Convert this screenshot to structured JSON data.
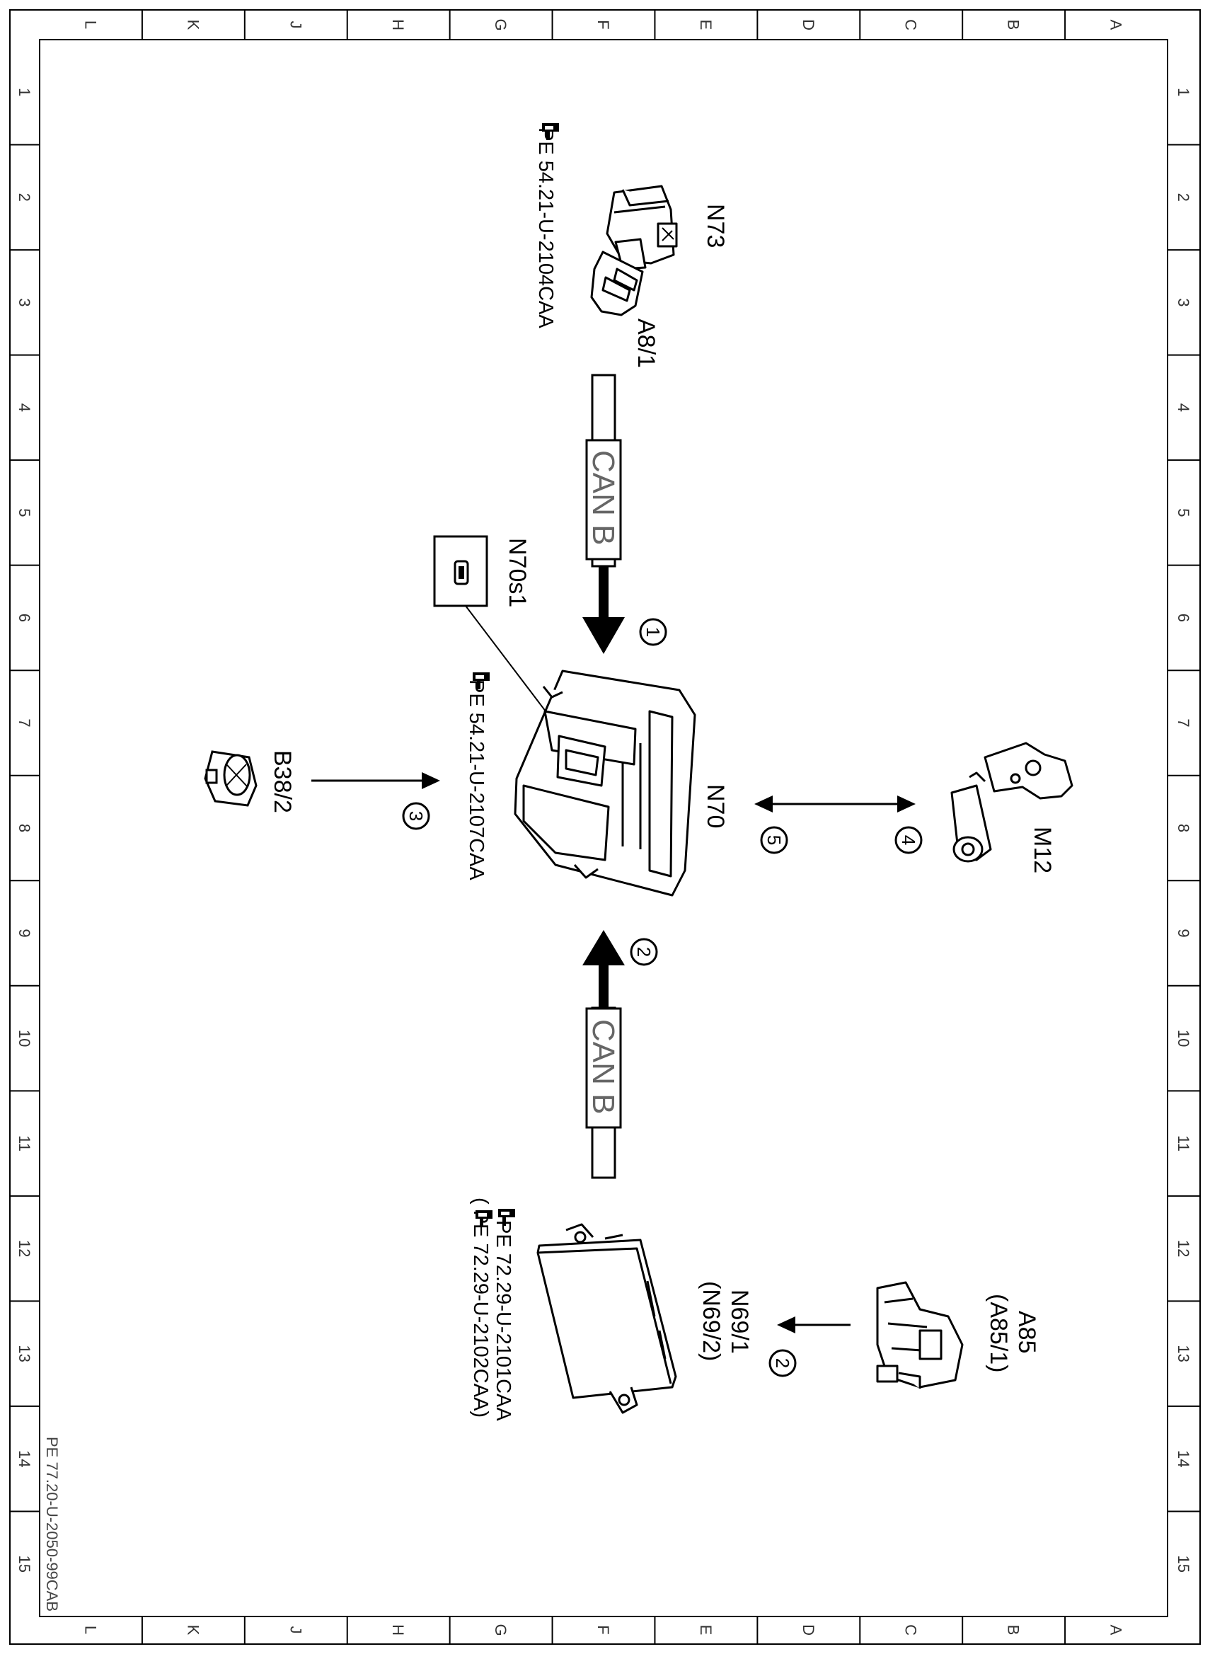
{
  "ruler": {
    "letters": [
      "L",
      "K",
      "J",
      "H",
      "G",
      "F",
      "E",
      "D",
      "C",
      "B",
      "A"
    ],
    "numbers": [
      "1",
      "2",
      "3",
      "4",
      "5",
      "6",
      "7",
      "8",
      "9",
      "10",
      "11",
      "12",
      "13",
      "14",
      "15"
    ]
  },
  "components": {
    "n73": {
      "label": "N73",
      "ref": "PE 54.21-U-2104CAA"
    },
    "a8_1": {
      "label": "A8/1"
    },
    "n70": {
      "label": "N70",
      "ref": "PE 54.21-U-2107CAA"
    },
    "n70s1": {
      "label": "N70s1"
    },
    "b38_2": {
      "label": "B38/2"
    },
    "m12": {
      "label": "M12"
    },
    "n69": {
      "label_1": "N69/1",
      "label_2": "(N69/2)",
      "ref_1": "PE 72.29-U-2101CAA",
      "ref_2": "(   PE 72.29-U-2102CAA)"
    },
    "a85": {
      "label_1": "A85",
      "label_2": "(A85/1)"
    }
  },
  "connections": {
    "can_top": "CAN B",
    "can_bottom": "CAN B",
    "marker_1": "1",
    "marker_2_upper": "2",
    "marker_2_lower": "2",
    "marker_3": "3",
    "marker_4": "4",
    "marker_5": "5"
  },
  "footer": {
    "doc_id": "PE 77.20-U-2050-99CAB"
  }
}
